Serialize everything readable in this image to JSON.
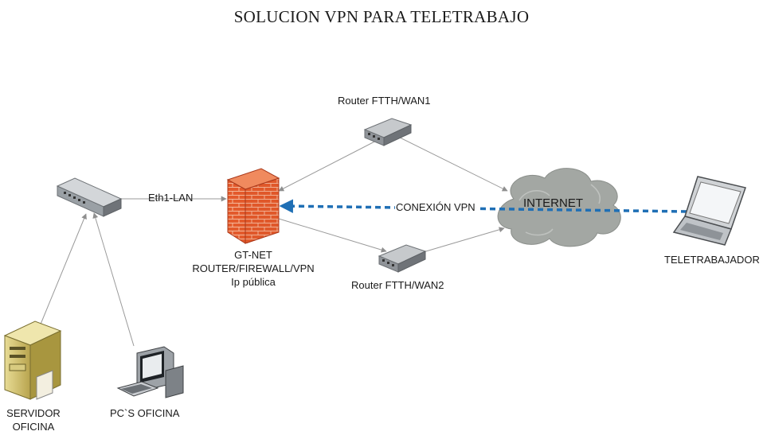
{
  "title": "SOLUCION VPN PARA TELETRABAJO",
  "nodes": {
    "router_wan1": {
      "label": "Router FTTH/WAN1",
      "icon": "router-icon"
    },
    "router_wan2": {
      "label": "Router FTTH/WAN2",
      "icon": "router-icon"
    },
    "firewall": {
      "label_line1": "GT-NET",
      "label_line2": "ROUTER/FIREWALL/VPN",
      "label_line3": "Ip pública",
      "icon": "firewall-icon"
    },
    "switch": {
      "icon": "switch-icon"
    },
    "internet": {
      "label": "INTERNET",
      "icon": "cloud-icon"
    },
    "teletrabajador": {
      "label": "TELETRABAJADOR",
      "icon": "laptop-icon"
    },
    "servidor": {
      "label_line1": "SERVIDOR",
      "label_line2": "OFICINA",
      "icon": "server-icon"
    },
    "pcs": {
      "label": "PC`S OFICINA",
      "icon": "workstation-icon"
    }
  },
  "links": {
    "eth1_lan": "Eth1-LAN",
    "vpn": "CONEXIÓN VPN"
  },
  "colors": {
    "vpn_line": "#1f6fb5",
    "link_line": "#9a9a9a",
    "cloud": "#a3a7a3",
    "firewall": "#e0552a"
  }
}
